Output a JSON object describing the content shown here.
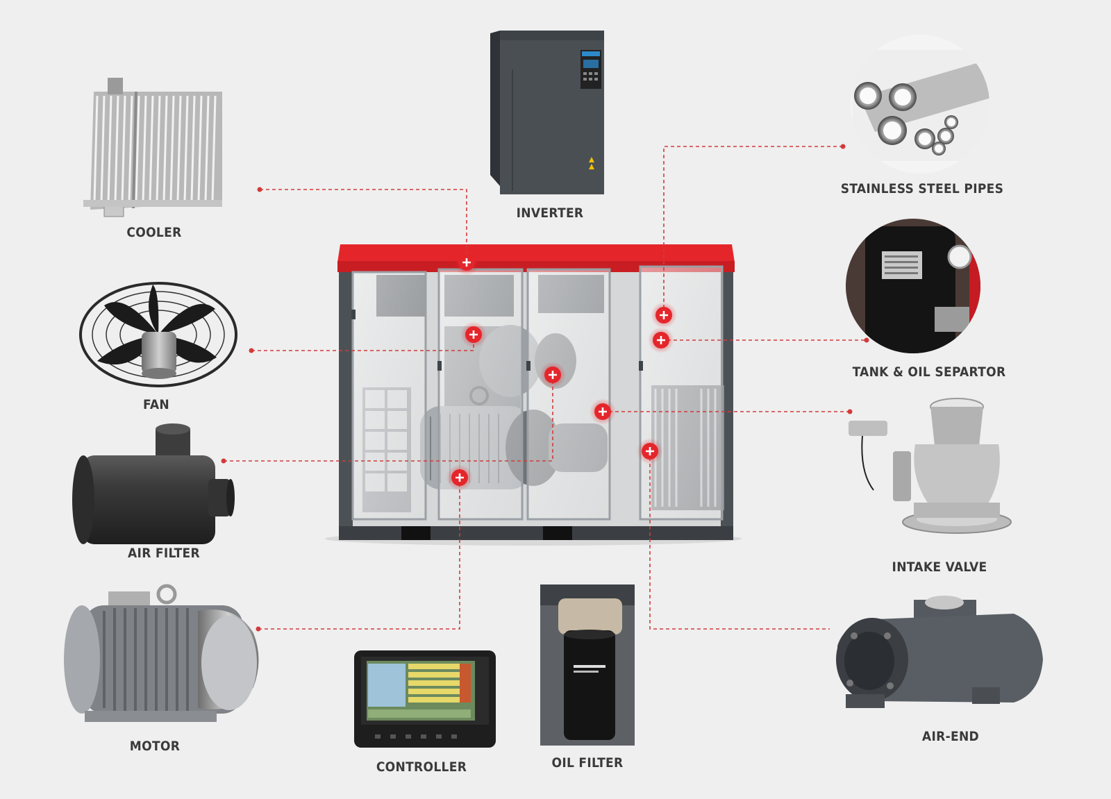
{
  "diagram": {
    "components": {
      "cooler": "COOLER",
      "inverter": "INVERTER",
      "stainless_steel_pipes": "STAINLESS STEEL PIPES",
      "fan": "FAN",
      "tank_oil_separator": "TANK & OIL SEPARTOR",
      "air_filter": "AIR FILTER",
      "intake_valve": "INTAKE VALVE",
      "motor": "MOTOR",
      "controller": "CONTROLLER",
      "oil_filter": "OIL FILTER",
      "air_end": "AIR-END"
    },
    "colors": {
      "accent": "#e4262b",
      "cabinet": "#4c5156",
      "leader": "#d23a3a",
      "label": "#3a3a3a"
    }
  }
}
